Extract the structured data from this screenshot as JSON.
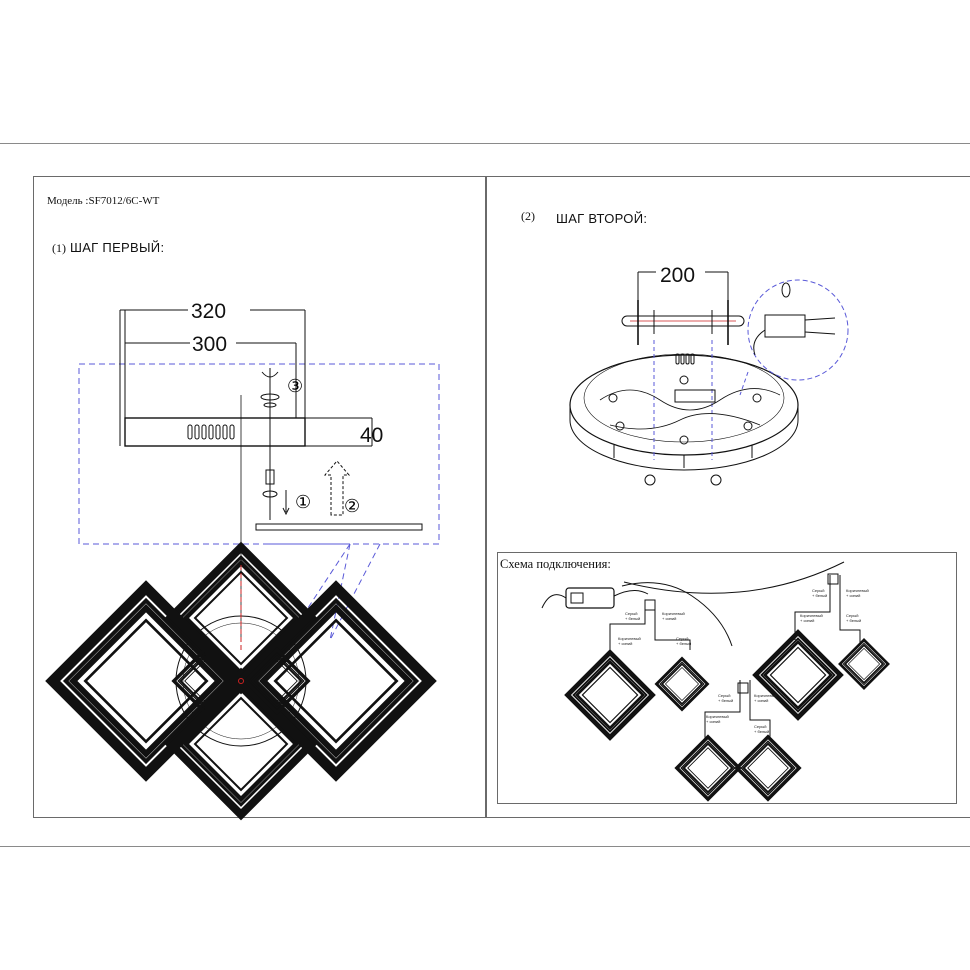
{
  "model_label": "Модель :SF7012/6C-WT",
  "step1": {
    "number": "(1)",
    "title": "ШАГ ПЕРВЫЙ:"
  },
  "step2": {
    "number": "(2)",
    "title": "ШАГ ВТОРОЙ:"
  },
  "dimensions": {
    "outer_width": "320",
    "inner_width": "300",
    "height": "40",
    "mount_spacing": "200"
  },
  "step_markers": {
    "one": "①",
    "two": "②",
    "three": "③"
  },
  "wiring": {
    "title": "Схема подключения:",
    "label_grey": "Серый",
    "label_white": "+ белый",
    "label_brown": "Коричневый",
    "label_blue": "+ синий"
  },
  "colors": {
    "guide_dashed": "#5a5ad8",
    "accent_red": "#cc2222",
    "line": "#111111"
  }
}
